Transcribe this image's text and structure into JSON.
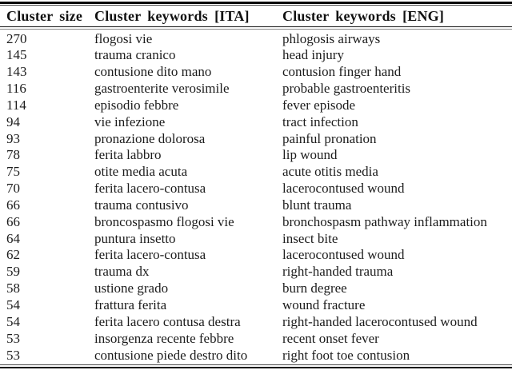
{
  "colors": {
    "background": "#ffffff",
    "text": "#1c1c1c",
    "rule": "#000000"
  },
  "table": {
    "columns": [
      "Cluster size",
      "Cluster keywords [ITA]",
      "Cluster keywords [ENG]"
    ],
    "rows": [
      {
        "size": "270",
        "ita": "flogosi vie",
        "eng": "phlogosis airways"
      },
      {
        "size": "145",
        "ita": "trauma cranico",
        "eng": "head injury"
      },
      {
        "size": "143",
        "ita": "contusione dito mano",
        "eng": "contusion finger hand"
      },
      {
        "size": "116",
        "ita": "gastroenterite verosimile",
        "eng": "probable gastroenteritis"
      },
      {
        "size": "114",
        "ita": "episodio febbre",
        "eng": "fever episode"
      },
      {
        "size": "94",
        "ita": "vie infezione",
        "eng": "tract infection"
      },
      {
        "size": "93",
        "ita": "pronazione dolorosa",
        "eng": "painful pronation"
      },
      {
        "size": "78",
        "ita": "ferita labbro",
        "eng": "lip wound"
      },
      {
        "size": "75",
        "ita": "otite media acuta",
        "eng": "acute otitis media"
      },
      {
        "size": "70",
        "ita": "ferita lacero-contusa",
        "eng": "lacerocontused wound"
      },
      {
        "size": "66",
        "ita": "trauma contusivo",
        "eng": "blunt trauma"
      },
      {
        "size": "66",
        "ita": "broncospasmo flogosi vie",
        "eng": "bronchospasm pathway inflammation"
      },
      {
        "size": "64",
        "ita": "puntura insetto",
        "eng": "insect bite"
      },
      {
        "size": "62",
        "ita": "ferita lacero-contusa",
        "eng": "lacerocontused wound"
      },
      {
        "size": "59",
        "ita": "trauma dx",
        "eng": "right-handed trauma"
      },
      {
        "size": "58",
        "ita": "ustione grado",
        "eng": "burn degree"
      },
      {
        "size": "54",
        "ita": "frattura ferita",
        "eng": "wound fracture"
      },
      {
        "size": "54",
        "ita": "ferita lacero contusa destra",
        "eng": "right-handed lacerocontused wound"
      },
      {
        "size": "53",
        "ita": "insorgenza recente febbre",
        "eng": "recent onset fever"
      },
      {
        "size": "53",
        "ita": "contusione piede destro dito",
        "eng": "right foot toe contusion"
      }
    ]
  }
}
